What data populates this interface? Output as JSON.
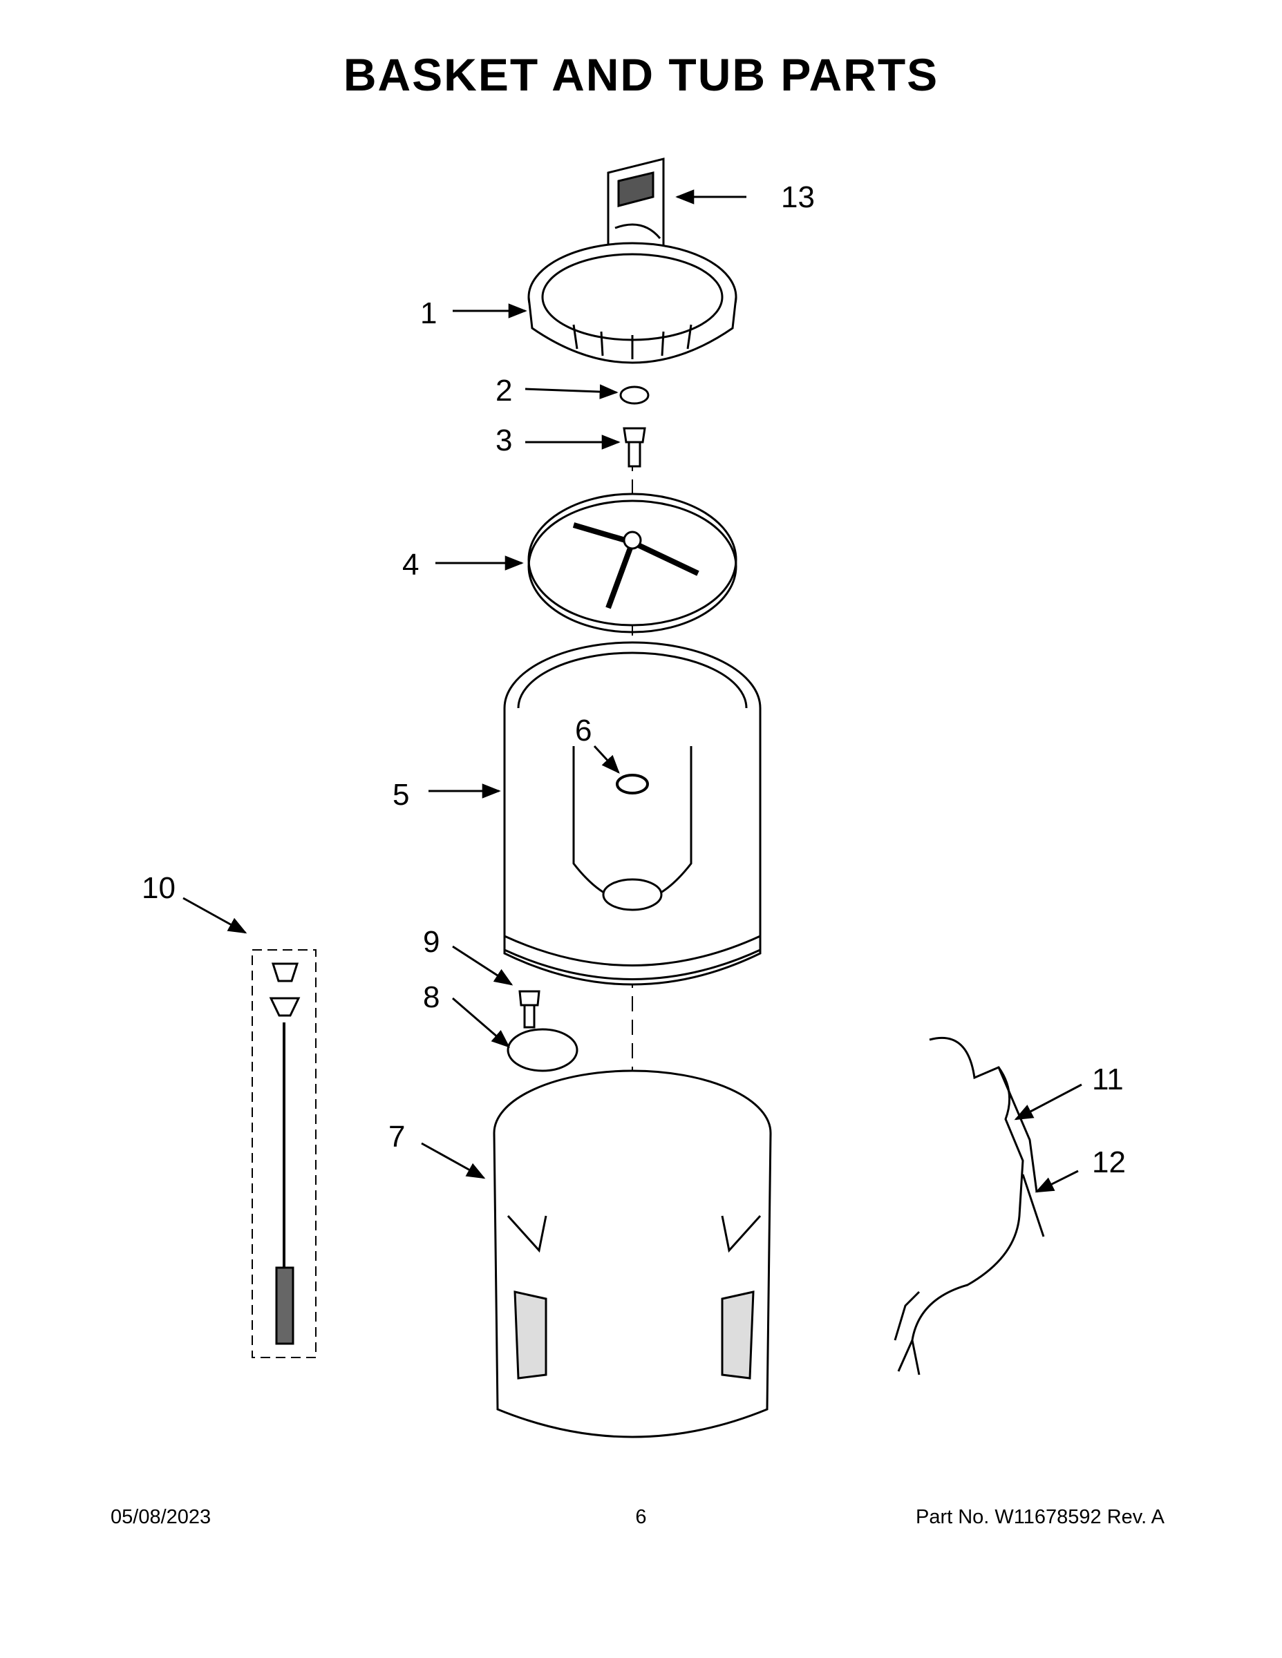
{
  "title": "BASKET AND TUB PARTS",
  "footer": {
    "date": "05/08/2023",
    "page": "6",
    "part_info": "Part No.  W11678592  Rev.  A"
  },
  "callouts": [
    "1",
    "2",
    "3",
    "4",
    "5",
    "6",
    "7",
    "8",
    "9",
    "10",
    "11",
    "12",
    "13"
  ]
}
